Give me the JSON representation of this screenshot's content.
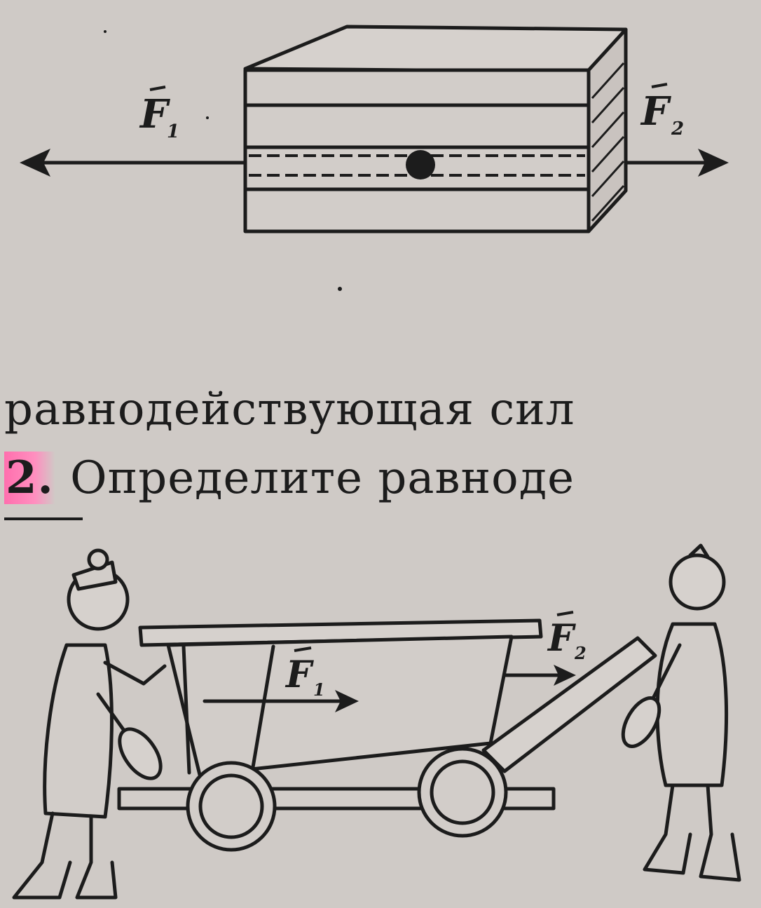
{
  "figure_top": {
    "label_f1": "F",
    "sub_f1": "1",
    "label_f2": "F",
    "sub_f2": "2"
  },
  "text": {
    "line1": "равнодействующая сил",
    "task_number": "2.",
    "line2": " Определите равноде"
  },
  "figure_bottom": {
    "label_f1": "F",
    "sub_f1": "1",
    "label_f2": "F",
    "sub_f2": "2"
  }
}
